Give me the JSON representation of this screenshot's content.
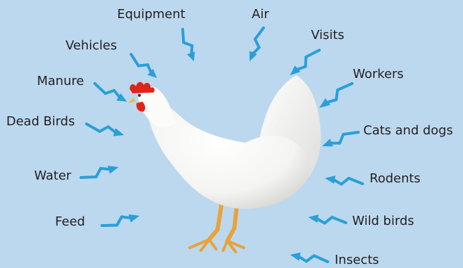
{
  "colors": {
    "background": "#bcd8ee",
    "arrow": "#2a9fd8",
    "label_text": "#231f20",
    "hen_body": "#ffffff",
    "comb": "#e2231a",
    "legs": "#e9a33a"
  },
  "center_subject": {
    "icon": "white-hen-photo"
  },
  "sources": [
    {
      "key": "equipment",
      "label": "Equipment"
    },
    {
      "key": "air",
      "label": "Air"
    },
    {
      "key": "vehicles",
      "label": "Vehicles"
    },
    {
      "key": "visits",
      "label": "Visits"
    },
    {
      "key": "manure",
      "label": "Manure"
    },
    {
      "key": "workers",
      "label": "Workers"
    },
    {
      "key": "dead_birds",
      "label": "Dead Birds"
    },
    {
      "key": "cats_and_dogs",
      "label": "Cats and dogs"
    },
    {
      "key": "water",
      "label": "Water"
    },
    {
      "key": "rodents",
      "label": "Rodents"
    },
    {
      "key": "feed",
      "label": "Feed"
    },
    {
      "key": "wild_birds",
      "label": "Wild birds"
    },
    {
      "key": "insects",
      "label": "Insects"
    }
  ]
}
